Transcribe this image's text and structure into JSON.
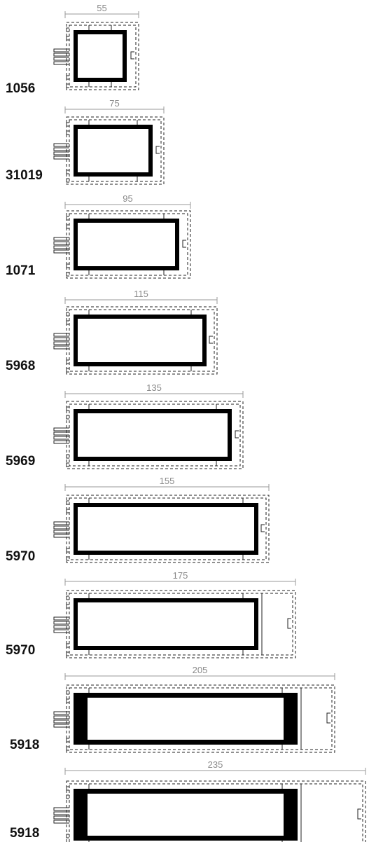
{
  "profiles": [
    {
      "code": "1056",
      "width": "55",
      "variant": "frame"
    },
    {
      "code": "31019",
      "width": "75",
      "variant": "frame"
    },
    {
      "code": "1071",
      "width": "95",
      "variant": "frame"
    },
    {
      "code": "5968",
      "width": "115",
      "variant": "frame"
    },
    {
      "code": "5969",
      "width": "135",
      "variant": "frame"
    },
    {
      "code": "5970",
      "width": "155",
      "variant": "frame"
    },
    {
      "code": "5970",
      "width": "175",
      "variant": "frame-extended"
    },
    {
      "code": "5918",
      "width": "205",
      "variant": "sash-extended"
    },
    {
      "code": "5918",
      "width": "235",
      "variant": "sash-extended"
    }
  ],
  "colors": {
    "profile": "#000000",
    "dashed_outline": "#222222",
    "dimension": "#9a9a9a"
  }
}
